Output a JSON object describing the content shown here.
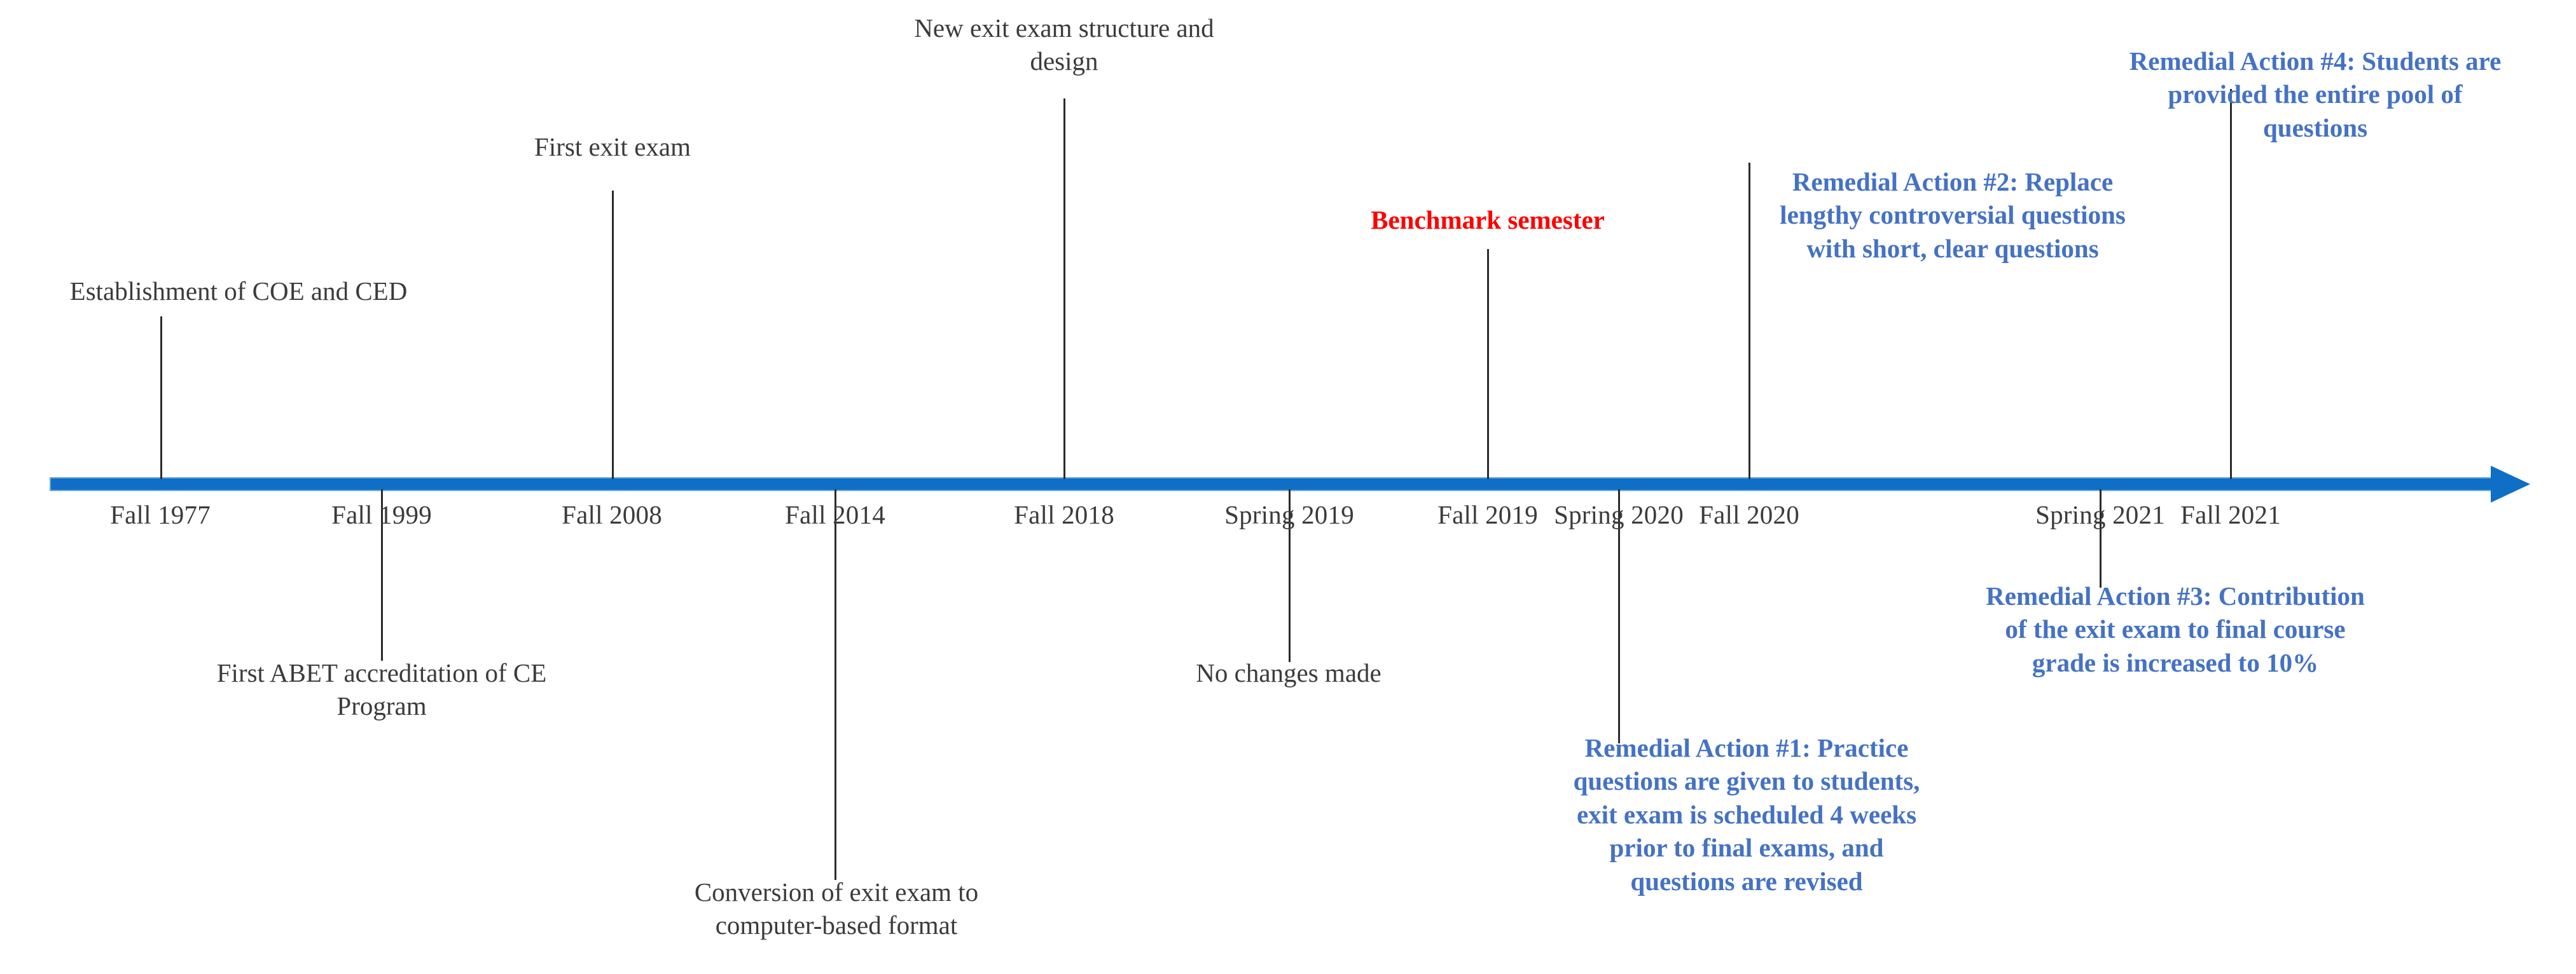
{
  "figure": {
    "type": "timeline",
    "orientation": "horizontal",
    "colors": {
      "axis_blue": "#0F6FC6",
      "axis_outline_blue": "#6FA8DC",
      "remedial_blue": "#4472C4",
      "benchmark_red": "#FF0000",
      "text_black": "#3b3b3b",
      "connector_black": "#2b2b2b"
    },
    "axis": {
      "name": "timeline-axis",
      "arrow_direction": "right"
    }
  },
  "chart_data": {
    "type": "timeline",
    "title": "",
    "categories": [
      "Fall 1977",
      "Fall 1999",
      "Fall 2008",
      "Fall 2014",
      "Fall 2018",
      "Spring 2019",
      "Fall 2019",
      "Spring 2020",
      "Fall 2020",
      "Spring 2021",
      "Fall 2021"
    ],
    "events": [
      {
        "period": "Fall 1977",
        "label": "Establishment of COE and CED",
        "side": "above",
        "color": "#3b3b3b"
      },
      {
        "period": "Fall 1999",
        "label": "First ABET accreditation of CE Program",
        "side": "below",
        "color": "#3b3b3b"
      },
      {
        "period": "Fall 2008",
        "label": "First exit exam",
        "side": "above",
        "color": "#3b3b3b"
      },
      {
        "period": "Fall 2014",
        "label": "Conversion of exit exam to computer-based format",
        "side": "below",
        "color": "#3b3b3b"
      },
      {
        "period": "Fall 2018",
        "label": "New exit exam structure and design",
        "side": "above",
        "color": "#3b3b3b"
      },
      {
        "period": "Spring 2019",
        "label": "No changes made",
        "side": "below",
        "color": "#3b3b3b"
      },
      {
        "period": "Fall 2019",
        "label": "Benchmark semester",
        "side": "above",
        "color": "#FF0000"
      },
      {
        "period": "Spring 2020",
        "label": "Remedial Action #1: Practice questions are given to students, exit exam is scheduled 4 weeks prior to final exams, and questions are revised",
        "side": "below",
        "color": "#4472C4"
      },
      {
        "period": "Fall 2020",
        "label": "Remedial Action #2: Replace lengthy controversial questions with short, clear questions",
        "side": "above",
        "color": "#4472C4"
      },
      {
        "period": "Spring 2021",
        "label": "Remedial Action #3: Contribution of the exit exam to final course grade is increased to 10%",
        "side": "below",
        "color": "#4472C4"
      },
      {
        "period": "Fall 2021",
        "label": "Remedial Action #4: Students are provided the entire pool of questions",
        "side": "above",
        "color": "#4472C4"
      }
    ]
  },
  "periods": {
    "fall_1977": "Fall 1977",
    "fall_1999": "Fall 1999",
    "fall_2008": "Fall 2008",
    "fall_2014": "Fall 2014",
    "fall_2018": "Fall 2018",
    "spring_2019": "Spring 2019",
    "fall_2019": "Fall 2019",
    "spring_2020": "Spring 2020",
    "fall_2020": "Fall 2020",
    "spring_2021": "Spring 2021",
    "fall_2021": "Fall 2021"
  },
  "labels": {
    "establishment": "Establishment of COE and CED",
    "abet": "First ABET accreditation of CE\nProgram",
    "first_exit_exam": "First exit exam",
    "conversion": "Conversion of exit exam to\ncomputer-based format",
    "new_structure": "New exit exam structure and\ndesign",
    "no_changes": "No changes made",
    "benchmark": "Benchmark semester",
    "remedial_1": "Remedial Action #1: Practice\nquestions are given to students,\nexit exam is scheduled 4 weeks\nprior to final exams, and\nquestions are revised",
    "remedial_2": "Remedial Action #2: Replace\nlengthy controversial questions\nwith short, clear questions",
    "remedial_3": "Remedial Action #3: Contribution\nof the exit exam to final course\ngrade is increased to 10%",
    "remedial_4": "Remedial Action #4: Students are\nprovided  the entire pool of\nquestions"
  }
}
